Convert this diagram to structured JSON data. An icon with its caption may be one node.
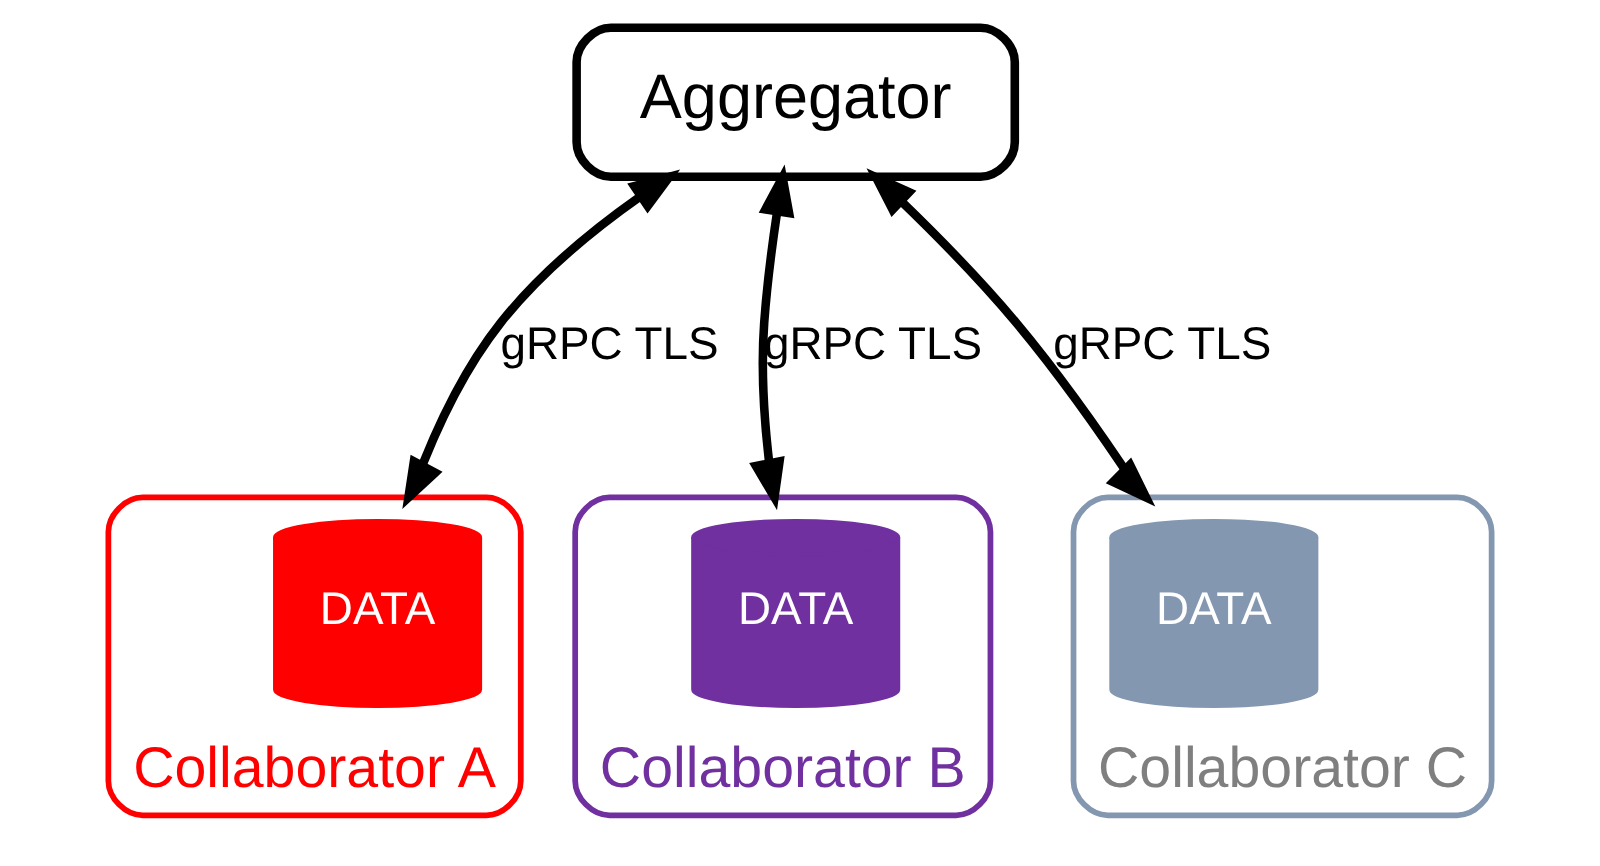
{
  "diagram": {
    "nodes": [
      {
        "text": [
          "Aggregator"
        ]
      },
      {
        "text": [
          "Collaborator A"
        ]
      },
      {
        "text": [
          "DATA"
        ],
        "in": 1
      },
      {
        "text": [
          "Collaborator B"
        ]
      },
      {
        "text": [
          "DATA"
        ],
        "in": 3
      },
      {
        "text": [
          "Collaborator C"
        ]
      },
      {
        "text": [
          "DATA"
        ],
        "in": 5
      }
    ],
    "edges": [
      {
        "from": 0,
        "to": 1,
        "arrow": "both",
        "label": "gRPC TLS"
      },
      {
        "from": 0,
        "to": 3,
        "arrow": "both",
        "label": "gRPC TLS"
      },
      {
        "from": 0,
        "to": 5,
        "arrow": "both",
        "label": "gRPC TLS"
      }
    ]
  }
}
